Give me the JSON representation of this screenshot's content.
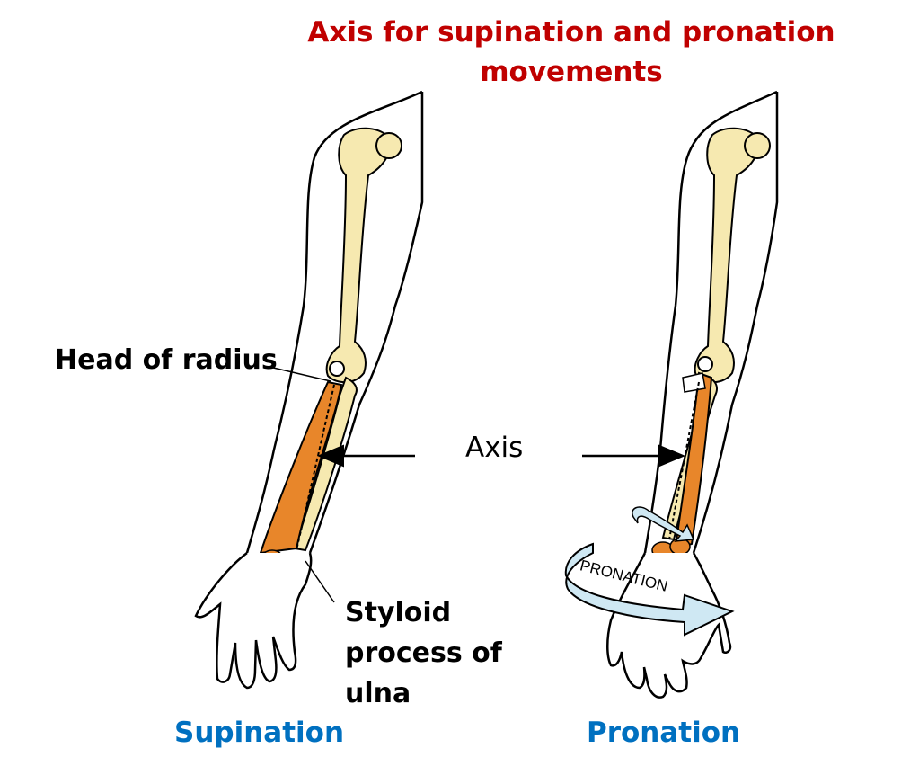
{
  "title": "Axis for supination and pronation movements",
  "labels": {
    "head_of_radius": "Head of radius",
    "axis": "Axis",
    "styloid_line1": "Styloid",
    "styloid_line2": "process of",
    "styloid_line3": "ulna",
    "arrow_text": "PRONATION"
  },
  "captions": {
    "left": "Supination",
    "right": "Pronation"
  },
  "colors": {
    "title": "#c00000",
    "caption": "#0070c0",
    "radius_bone": "#e8862a",
    "humerus_bone": "#f6e9b0",
    "skin_outline": "#000000",
    "arrow_fill": "#cfe8f3"
  }
}
